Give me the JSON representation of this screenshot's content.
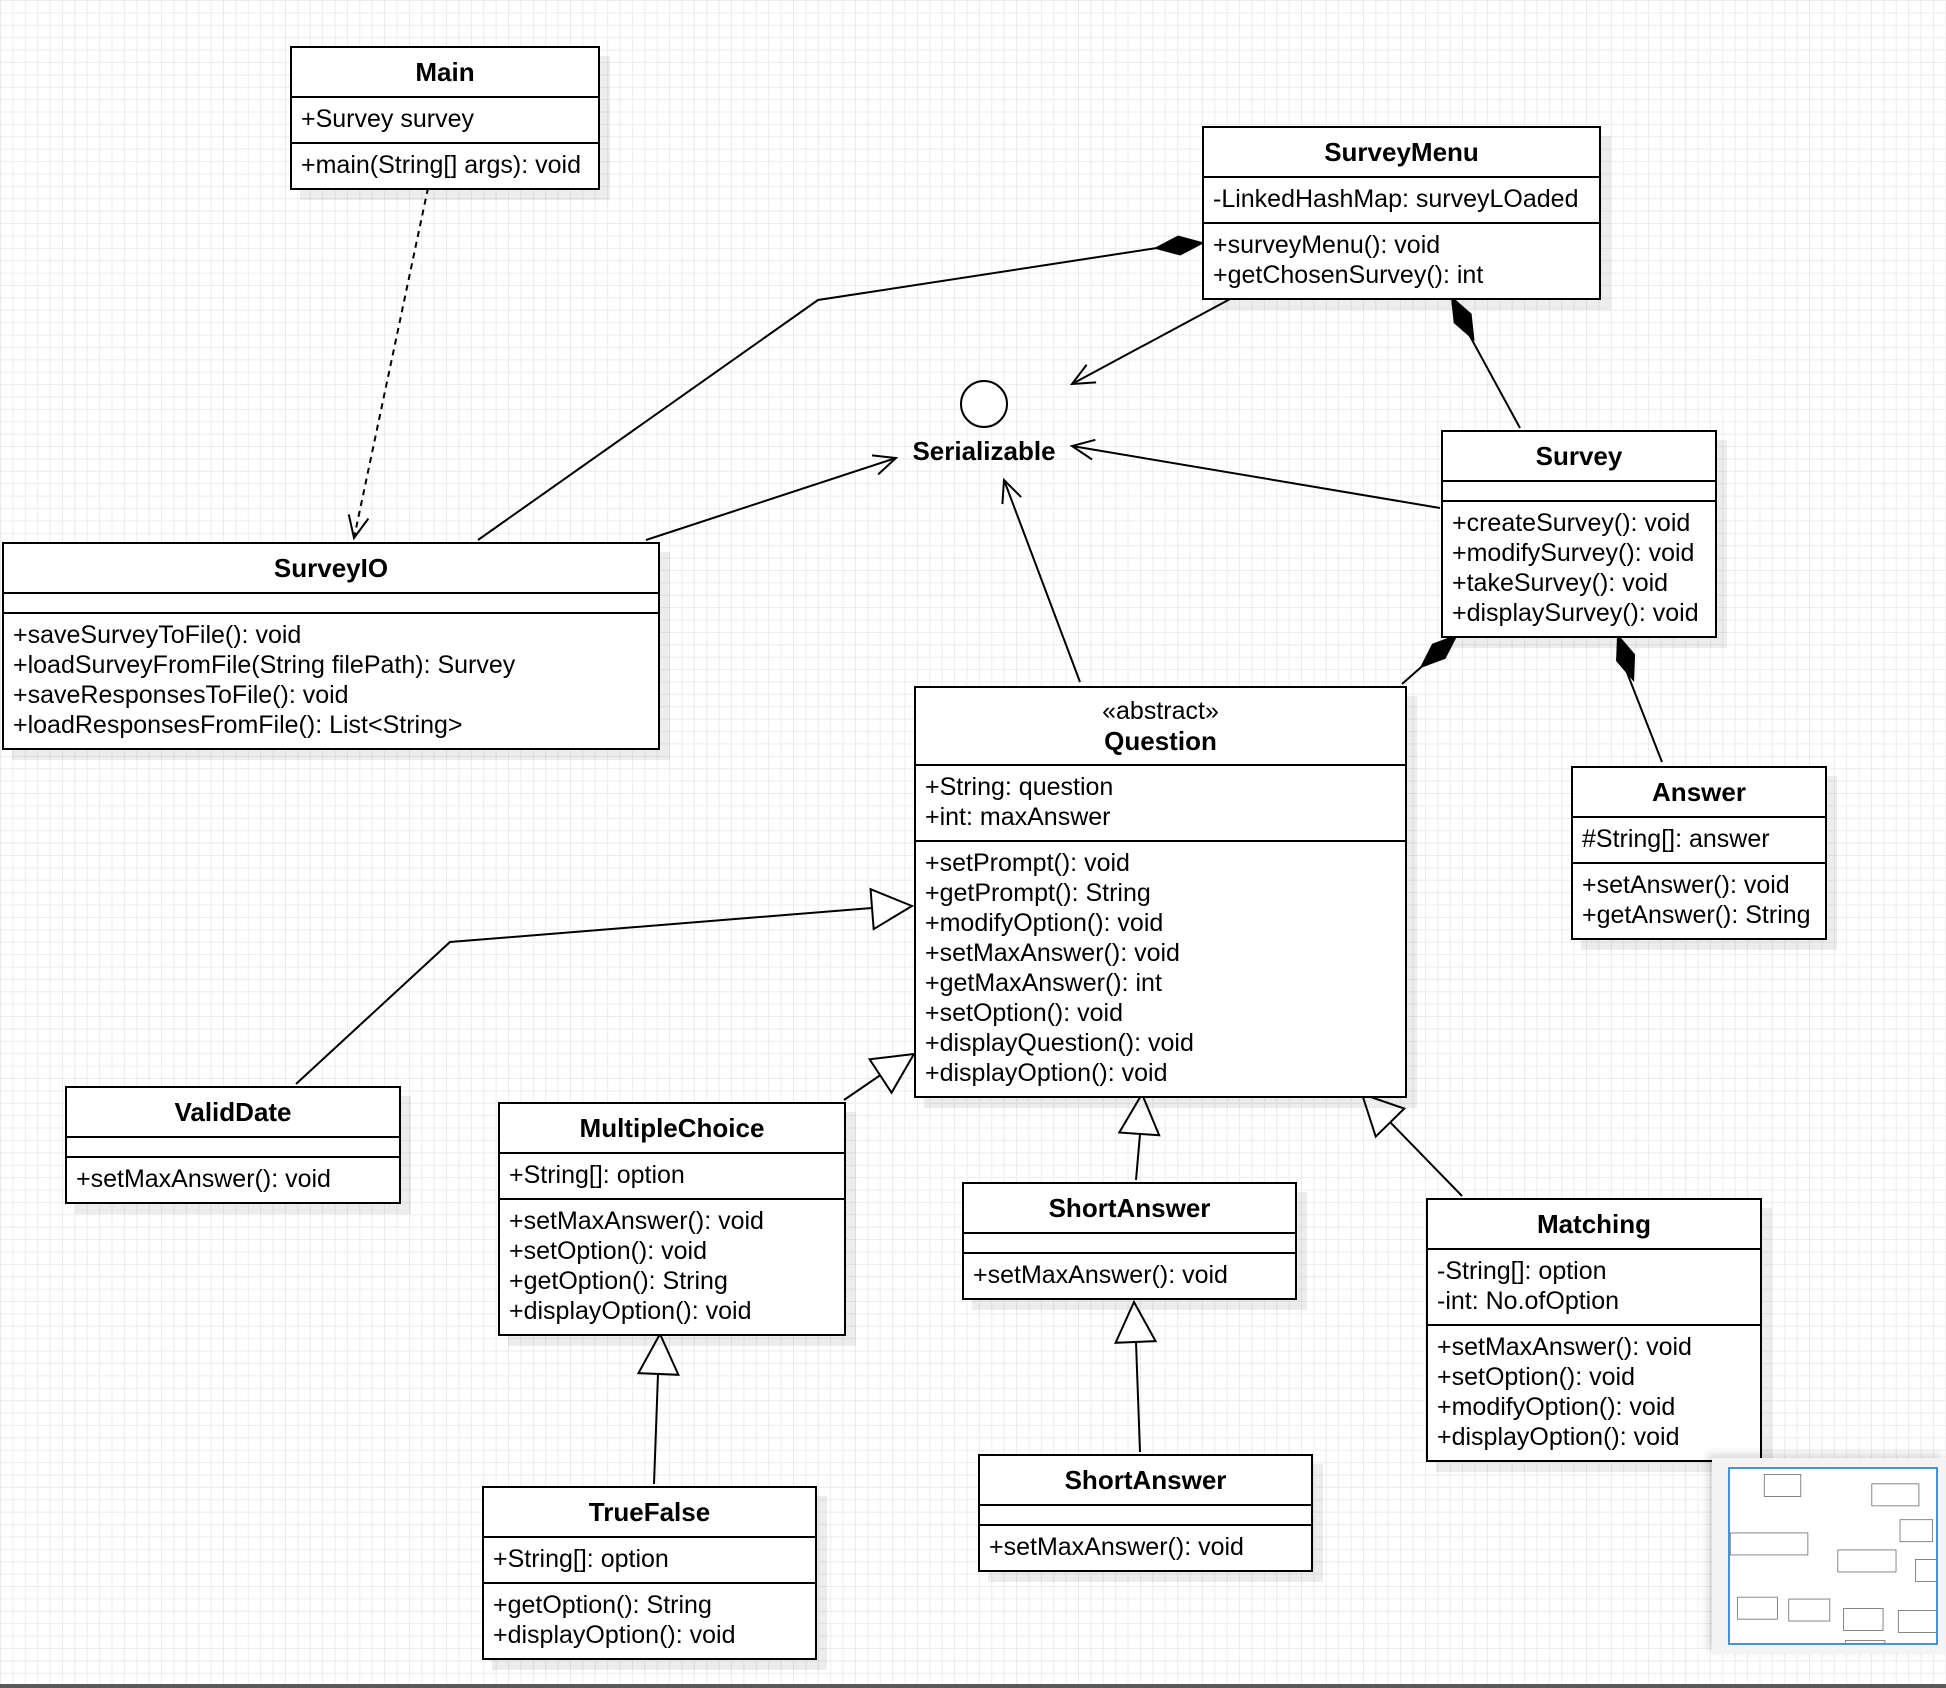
{
  "diagram": {
    "classes": [
      {
        "id": "main",
        "name": "Main",
        "stereotype": "",
        "attributes": [
          "+Survey survey"
        ],
        "operations": [
          "+main(String[] args): void"
        ]
      },
      {
        "id": "surveymenu",
        "name": "SurveyMenu",
        "stereotype": "",
        "attributes": [
          "-LinkedHashMap: surveyLOaded"
        ],
        "operations": [
          "+surveyMenu(): void",
          "+getChosenSurvey(): int"
        ]
      },
      {
        "id": "survey",
        "name": "Survey",
        "stereotype": "",
        "attributes": [],
        "operations": [
          "+createSurvey(): void",
          "+modifySurvey(): void",
          "+takeSurvey(): void",
          "+displaySurvey(): void"
        ]
      },
      {
        "id": "surveyio",
        "name": "SurveyIO",
        "stereotype": "",
        "attributes": [],
        "operations": [
          "+saveSurveyToFile(): void",
          "+loadSurveyFromFile(String filePath): Survey",
          "+saveResponsesToFile(): void",
          "+loadResponsesFromFile(): List<String>"
        ]
      },
      {
        "id": "question",
        "name": "Question",
        "stereotype": "«abstract»",
        "attributes": [
          "+String: question",
          "+int: maxAnswer"
        ],
        "operations": [
          "+setPrompt(): void",
          "+getPrompt(): String",
          "+modifyOption(): void",
          "+setMaxAnswer(): void",
          "+getMaxAnswer(): int",
          "+setOption(): void",
          "+displayQuestion(): void",
          "+displayOption(): void"
        ]
      },
      {
        "id": "answer",
        "name": "Answer",
        "stereotype": "",
        "attributes": [
          "#String[]: answer"
        ],
        "operations": [
          "+setAnswer(): void",
          "+getAnswer(): String"
        ]
      },
      {
        "id": "validdate",
        "name": "ValidDate",
        "stereotype": "",
        "attributes": [],
        "operations": [
          "+setMaxAnswer(): void"
        ]
      },
      {
        "id": "multiplechoice",
        "name": "MultipleChoice",
        "stereotype": "",
        "attributes": [
          "+String[]: option"
        ],
        "operations": [
          "+setMaxAnswer(): void",
          "+setOption(): void",
          "+getOption(): String",
          "+displayOption(): void"
        ]
      },
      {
        "id": "shortanswer1",
        "name": "ShortAnswer",
        "stereotype": "",
        "attributes": [],
        "operations": [
          "+setMaxAnswer(): void"
        ]
      },
      {
        "id": "matching",
        "name": "Matching",
        "stereotype": "",
        "attributes": [
          "-String[]: option",
          "-int: No.ofOption"
        ],
        "operations": [
          "+setMaxAnswer(): void",
          "+setOption(): void",
          "+modifyOption(): void",
          "+displayOption(): void"
        ]
      },
      {
        "id": "truefalse",
        "name": "TrueFalse",
        "stereotype": "",
        "attributes": [
          "+String[]: option"
        ],
        "operations": [
          "+getOption(): String",
          "+displayOption(): void"
        ]
      },
      {
        "id": "shortanswer2",
        "name": "ShortAnswer",
        "stereotype": "",
        "attributes": [],
        "operations": [
          "+setMaxAnswer(): void"
        ]
      }
    ],
    "interface": {
      "name": "Serializable"
    },
    "relations": [
      {
        "type": "dependency",
        "from": "main",
        "to": "surveyio"
      },
      {
        "type": "composition",
        "from": "surveyio",
        "to": "surveymenu"
      },
      {
        "type": "composition",
        "from": "survey",
        "to": "surveymenu"
      },
      {
        "type": "composition",
        "from": "question",
        "to": "survey"
      },
      {
        "type": "composition",
        "from": "answer",
        "to": "survey"
      },
      {
        "type": "realization",
        "from": "surveymenu",
        "to": "serializable"
      },
      {
        "type": "realization",
        "from": "survey",
        "to": "serializable"
      },
      {
        "type": "realization",
        "from": "surveyio",
        "to": "serializable"
      },
      {
        "type": "realization",
        "from": "question",
        "to": "serializable"
      },
      {
        "type": "generalization",
        "from": "validdate",
        "to": "question"
      },
      {
        "type": "generalization",
        "from": "multiplechoice",
        "to": "question"
      },
      {
        "type": "generalization",
        "from": "shortanswer1",
        "to": "question"
      },
      {
        "type": "generalization",
        "from": "matching",
        "to": "question"
      },
      {
        "type": "generalization",
        "from": "truefalse",
        "to": "multiplechoice"
      },
      {
        "type": "generalization",
        "from": "shortanswer2",
        "to": "shortanswer1"
      }
    ]
  }
}
